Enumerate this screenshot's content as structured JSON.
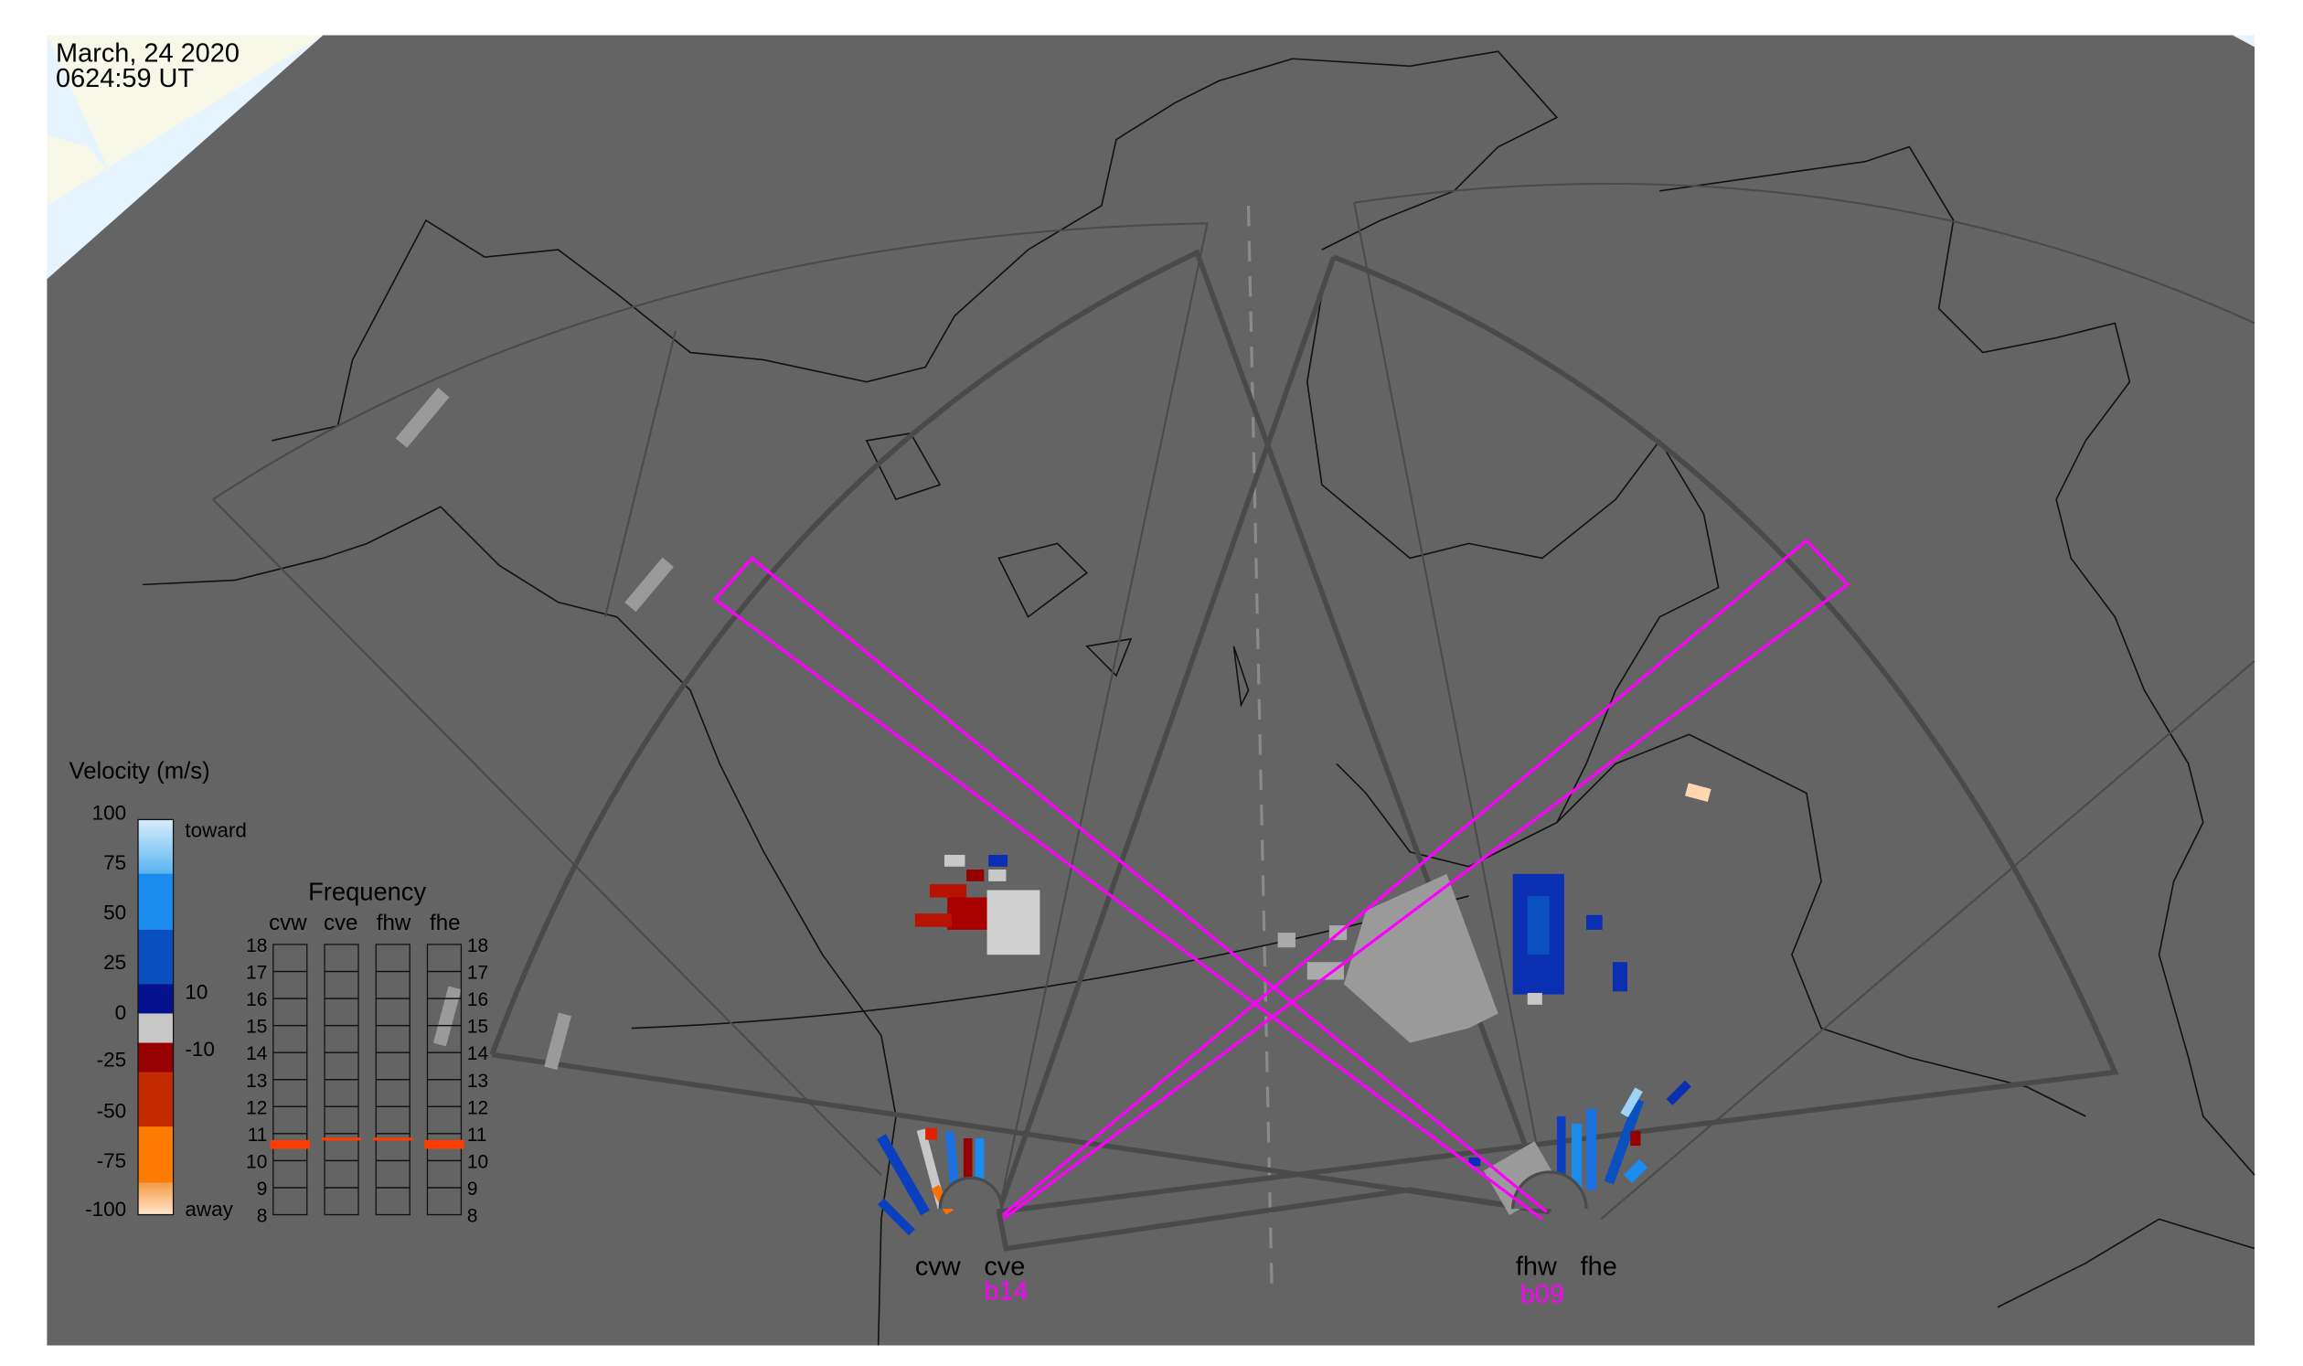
{
  "header": {
    "date": "March, 24 2020",
    "time": "0624:59 UT"
  },
  "legend": {
    "title": "Velocity (m/s)",
    "ticks": [
      "100",
      "75",
      "50",
      "25",
      "0",
      "-25",
      "-50",
      "-75",
      "-100"
    ],
    "toward_label": "toward",
    "away_label": "away",
    "threshold_high": "10",
    "threshold_low": "-10",
    "colors": {
      "toward_light": "#9fd3f7",
      "toward_mid": "#1a8cf0",
      "toward_dark": "#0a4fc0",
      "toward_darkest": "#05128f",
      "zero": "#c8c8c8",
      "away_dark": "#960000",
      "away_mid": "#c42a00",
      "away_orange": "#ff7a00",
      "away_light": "#ffc89a"
    }
  },
  "frequency": {
    "title": "Frequency",
    "columns": [
      "cvw",
      "cve",
      "fhw",
      "fhe"
    ],
    "ticks": [
      "18",
      "17",
      "16",
      "15",
      "14",
      "13",
      "12",
      "11",
      "10",
      "9",
      "8"
    ],
    "selected_mhz": {
      "cvw": 10.6,
      "cve": 10.8,
      "fhw": 10.8,
      "fhe": 10.6
    }
  },
  "radars": {
    "west_pair": {
      "labels": [
        "cvw",
        "cve"
      ],
      "beam": "b14"
    },
    "east_pair": {
      "labels": [
        "fhw",
        "fhe"
      ],
      "beam": "b09"
    }
  },
  "colors": {
    "map_bg": "#646464",
    "beam": "#ff00ff",
    "fov": "#4a4a4a",
    "land_corner": "#f8f8e8",
    "sea_corner": "#e6f4ff"
  }
}
